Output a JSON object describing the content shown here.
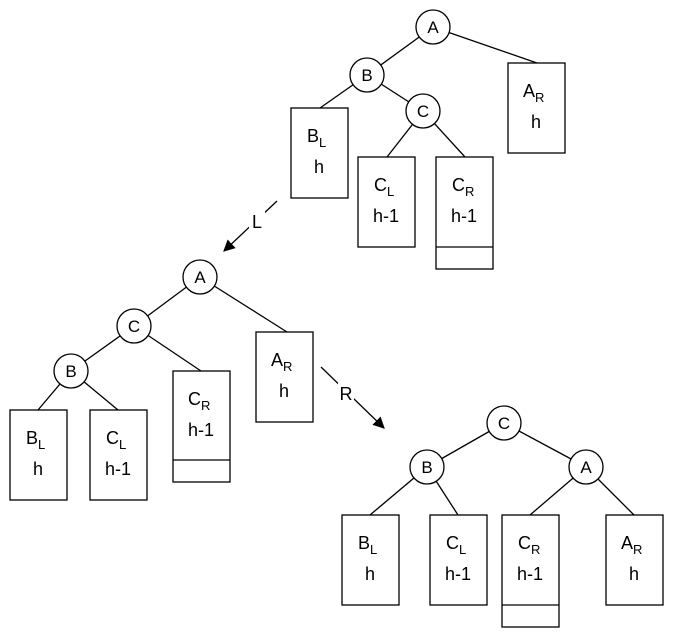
{
  "tree1": {
    "nodes": {
      "a": "A",
      "b": "B",
      "c": "C"
    },
    "subtrees": {
      "bl": {
        "letter": "B",
        "sub": "L",
        "height": "h"
      },
      "cl": {
        "letter": "C",
        "sub": "L",
        "height": "h-1"
      },
      "cr": {
        "letter": "C",
        "sub": "R",
        "height": "h-1"
      },
      "ar": {
        "letter": "A",
        "sub": "R",
        "height": "h"
      }
    }
  },
  "arrow_left": {
    "label": "L"
  },
  "tree2": {
    "nodes": {
      "a": "A",
      "c": "C",
      "b": "B"
    },
    "subtrees": {
      "bl": {
        "letter": "B",
        "sub": "L",
        "height": "h"
      },
      "cl": {
        "letter": "C",
        "sub": "L",
        "height": "h-1"
      },
      "cr": {
        "letter": "C",
        "sub": "R",
        "height": "h-1"
      },
      "ar": {
        "letter": "A",
        "sub": "R",
        "height": "h"
      }
    }
  },
  "arrow_right": {
    "label": "R"
  },
  "tree3": {
    "nodes": {
      "c": "C",
      "b": "B",
      "a": "A"
    },
    "subtrees": {
      "bl": {
        "letter": "B",
        "sub": "L",
        "height": "h"
      },
      "cl": {
        "letter": "C",
        "sub": "L",
        "height": "h-1"
      },
      "cr": {
        "letter": "C",
        "sub": "R",
        "height": "h-1"
      },
      "ar": {
        "letter": "A",
        "sub": "R",
        "height": "h"
      }
    }
  }
}
